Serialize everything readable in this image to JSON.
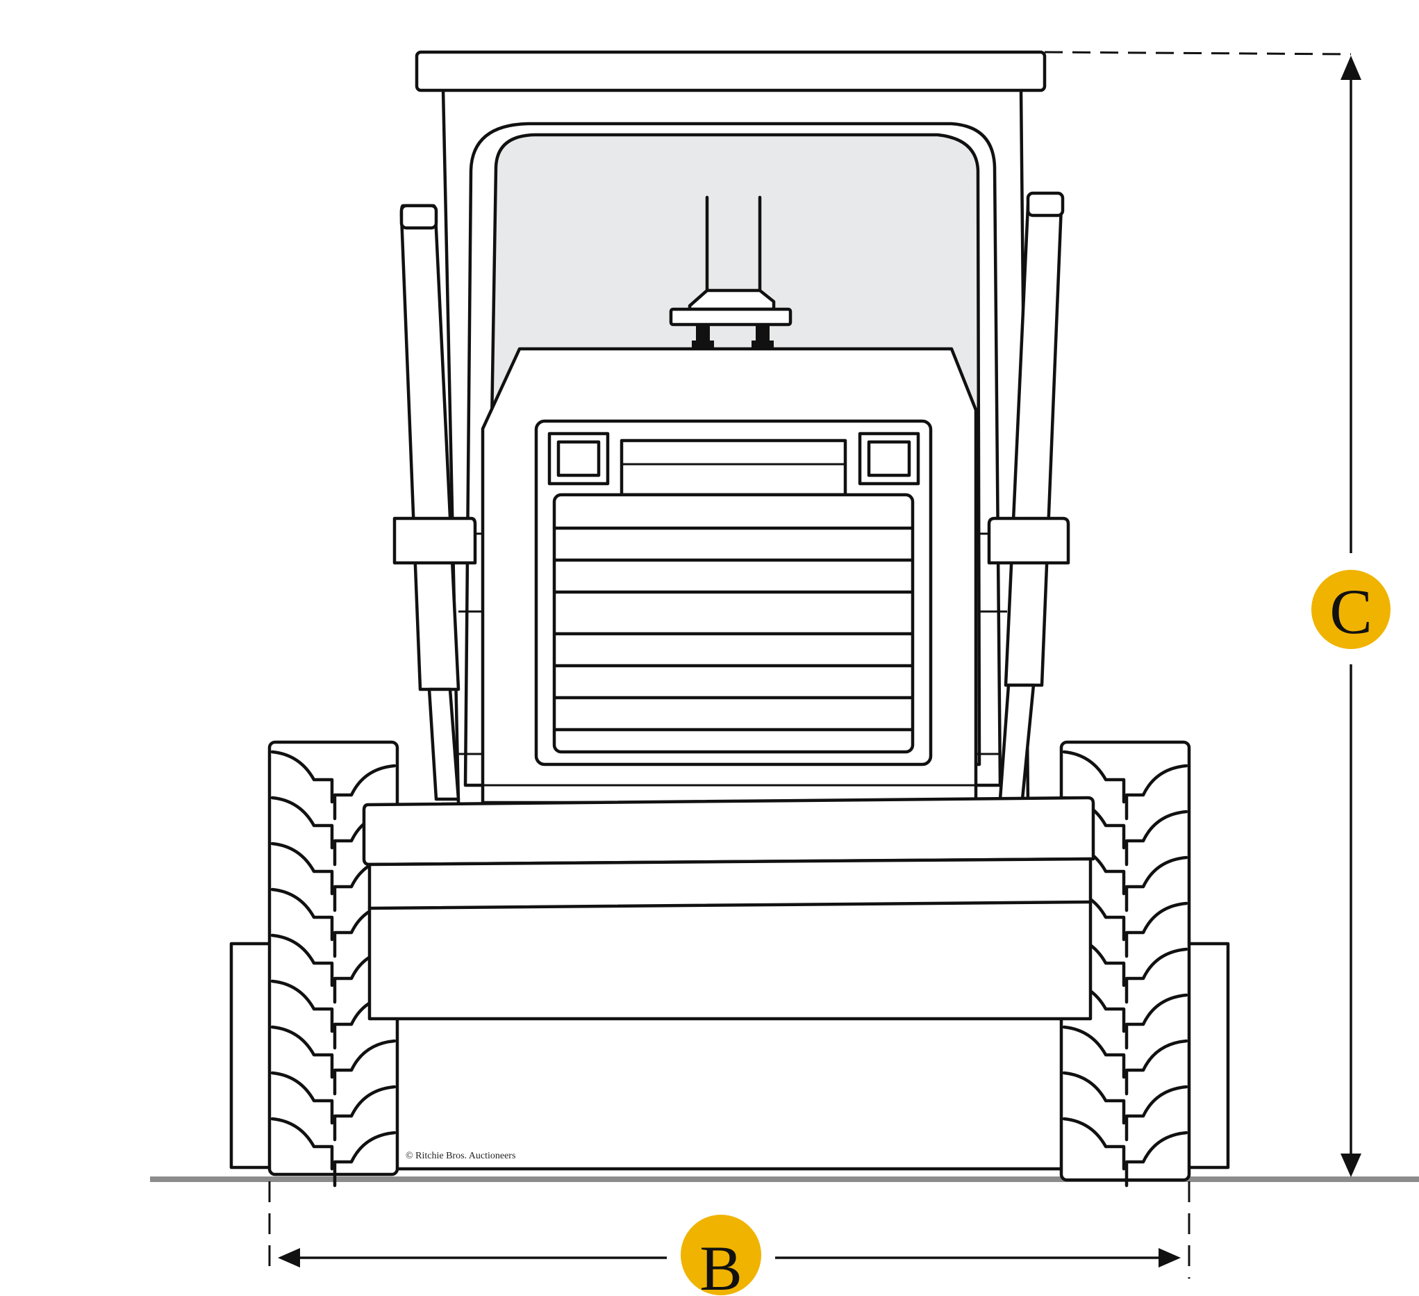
{
  "diagram": {
    "labels": {
      "width": "B",
      "height": "C"
    },
    "copyright": "© Ritchie Bros. Auctioneers",
    "colors": {
      "line": "#111111",
      "badge": "#f0b300",
      "glass": "#e8e9eb",
      "ground": "#8c8c8c",
      "fill": "#ffffff"
    }
  }
}
